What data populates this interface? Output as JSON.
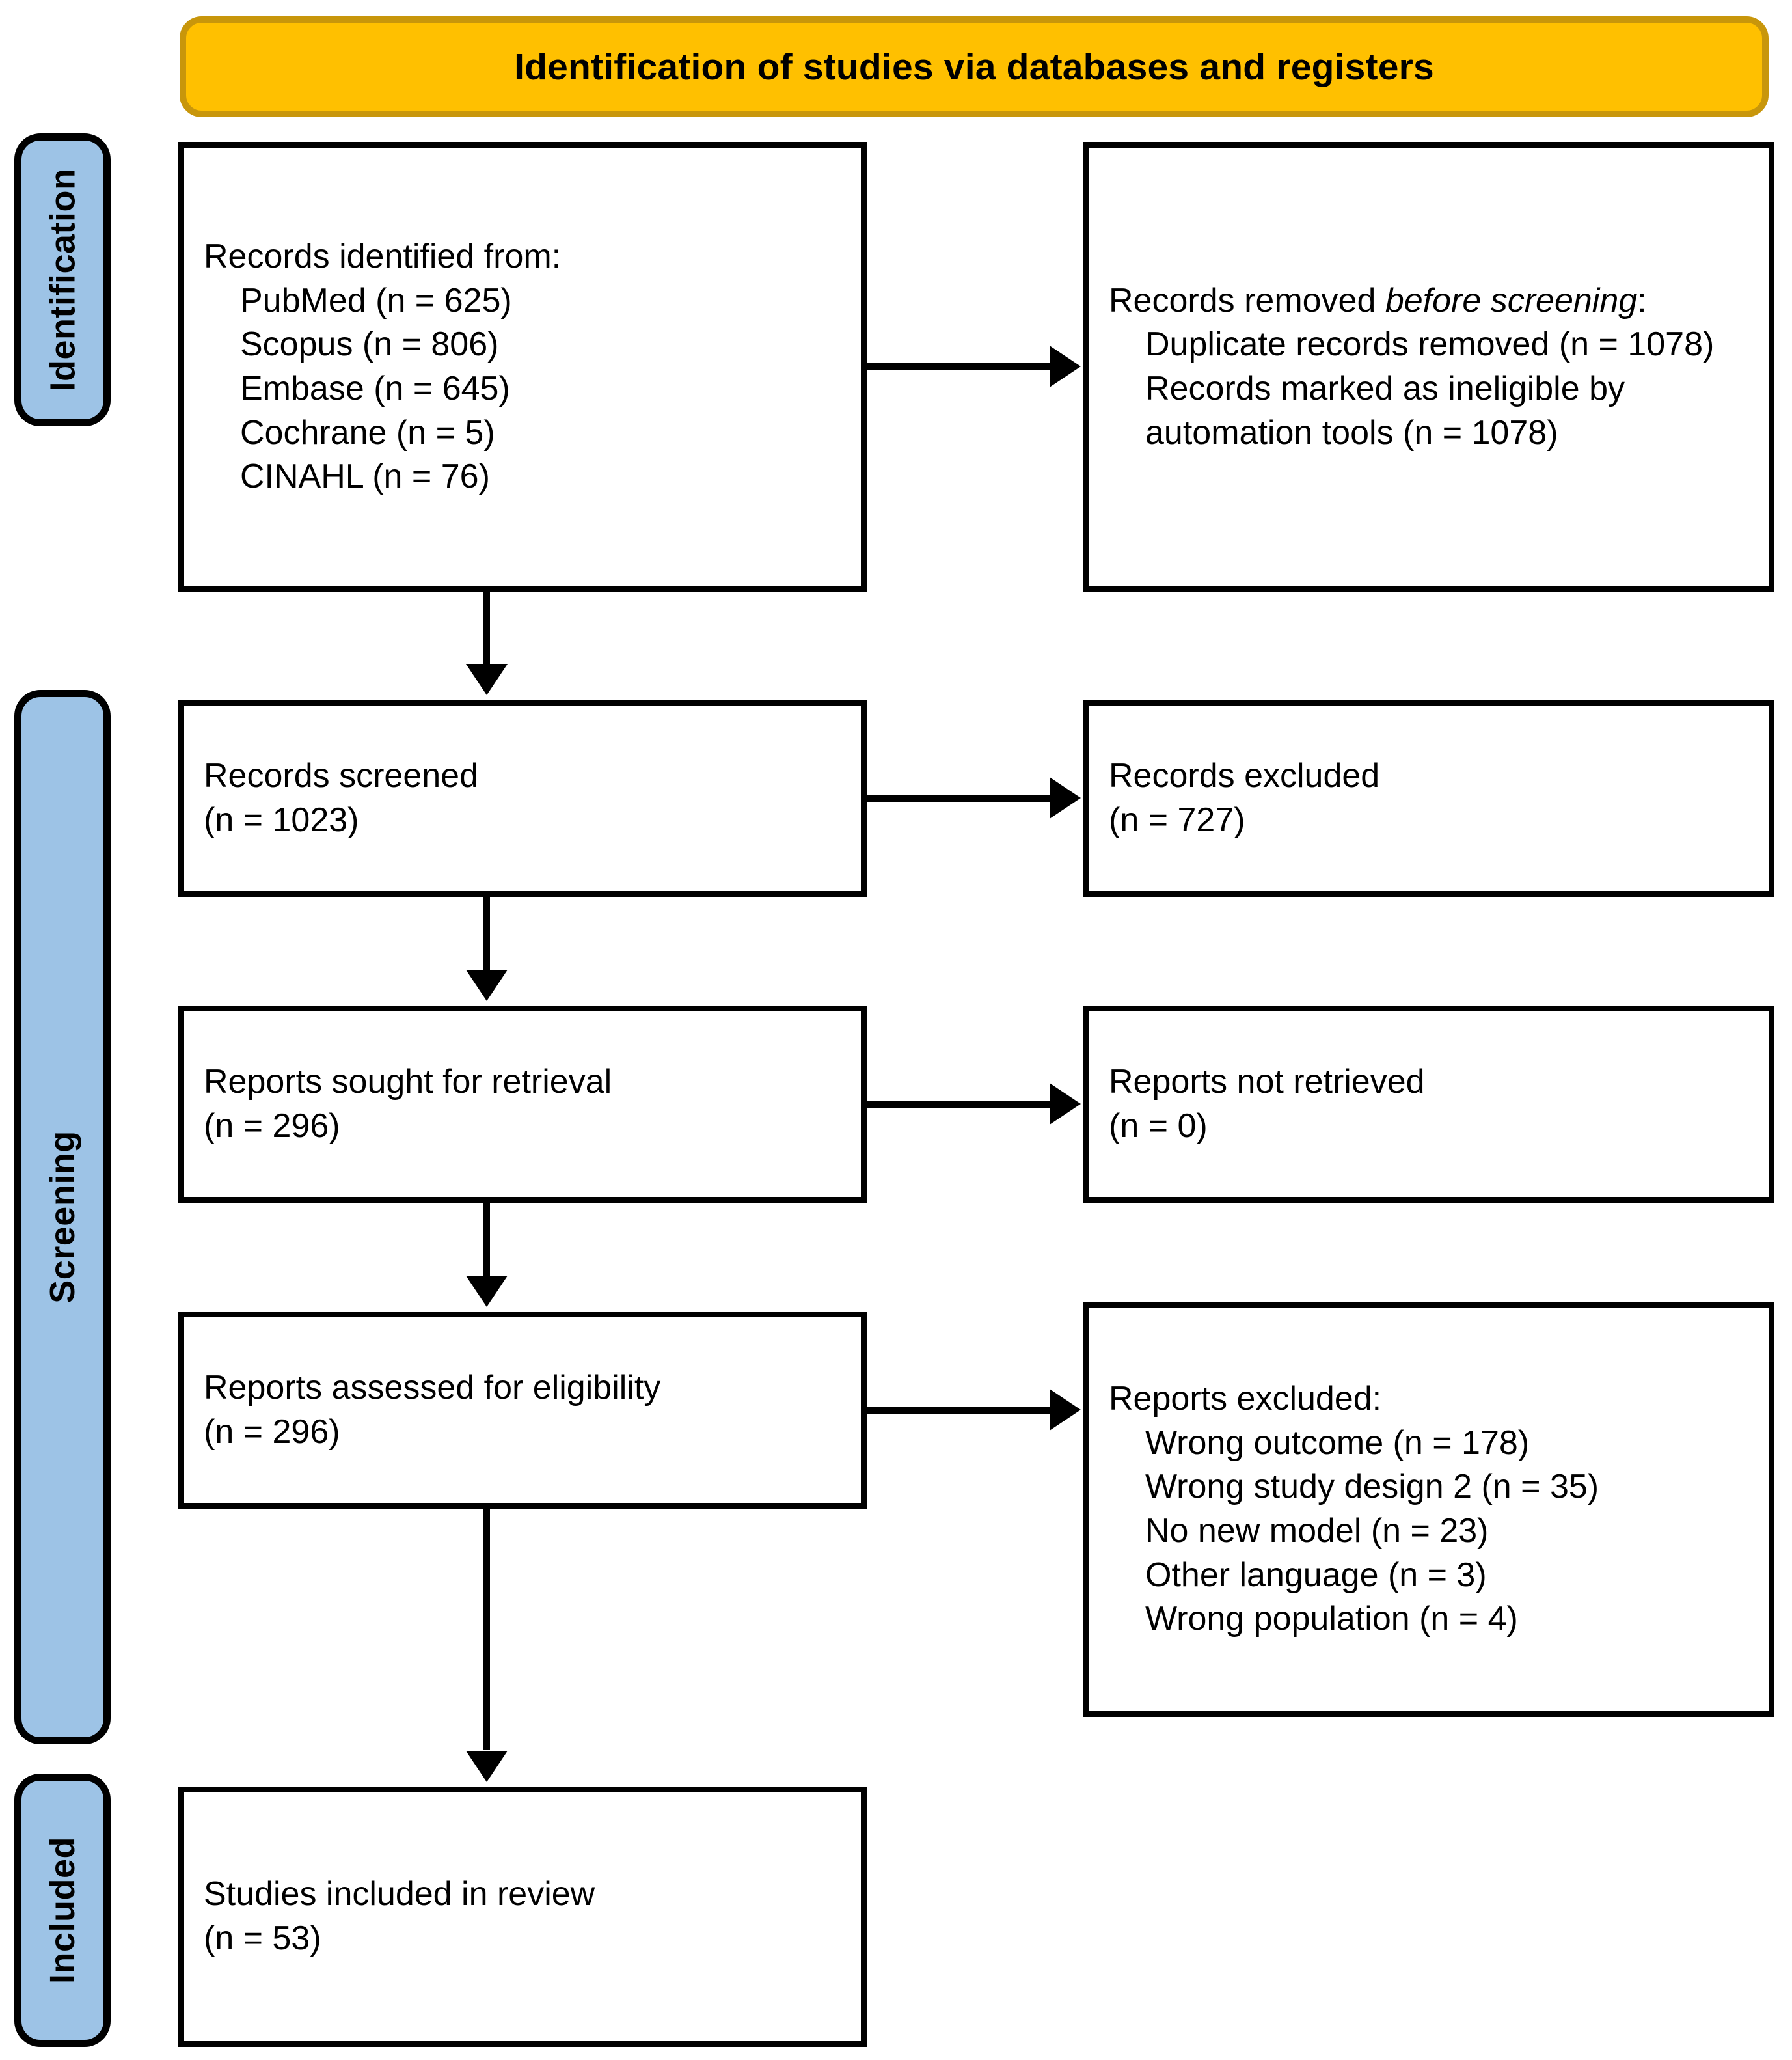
{
  "diagram": {
    "title": "Identification of studies via databases and registers",
    "colors": {
      "banner_fill": "#FFC000",
      "banner_border": "#C8960B",
      "phase_label_fill": "#9DC3E6",
      "box_border": "#000000",
      "box_fill": "#FFFFFF",
      "text": "#000000"
    }
  },
  "phases": {
    "identification": "Identification",
    "screening": "Screening",
    "included": "Included"
  },
  "boxes": {
    "identified": {
      "heading": "Records identified from:",
      "items": [
        "PubMed (n = 625)",
        "Scopus (n = 806)",
        "Embase (n = 645)",
        "Cochrane (n = 5)",
        "CINAHL (n = 76)"
      ]
    },
    "removed_before_screening": {
      "heading_prefix": "Records removed ",
      "heading_italic": "before screening",
      "heading_suffix": ":",
      "items": [
        "Duplicate records removed (n = 1078)",
        "Records marked as ineligible by automation tools (n = 1078)"
      ]
    },
    "records_screened": {
      "label": "Records screened",
      "count": "(n = 1023)"
    },
    "records_excluded": {
      "label": "Records excluded",
      "count": "(n = 727)"
    },
    "reports_sought": {
      "label": "Reports sought for retrieval",
      "count": "(n = 296)"
    },
    "reports_not_retrieved": {
      "label": "Reports not retrieved",
      "count": "(n = 0)"
    },
    "reports_assessed": {
      "label": "Reports assessed for eligibility",
      "count": "(n = 296)"
    },
    "reports_excluded": {
      "heading": "Reports excluded:",
      "items": [
        "Wrong outcome (n = 178)",
        "Wrong study design 2 (n = 35)",
        "No new model (n = 23)",
        "Other language (n = 3)",
        "Wrong population (n = 4)"
      ]
    },
    "studies_included": {
      "label": "Studies included in review",
      "count": "(n = 53)"
    }
  }
}
